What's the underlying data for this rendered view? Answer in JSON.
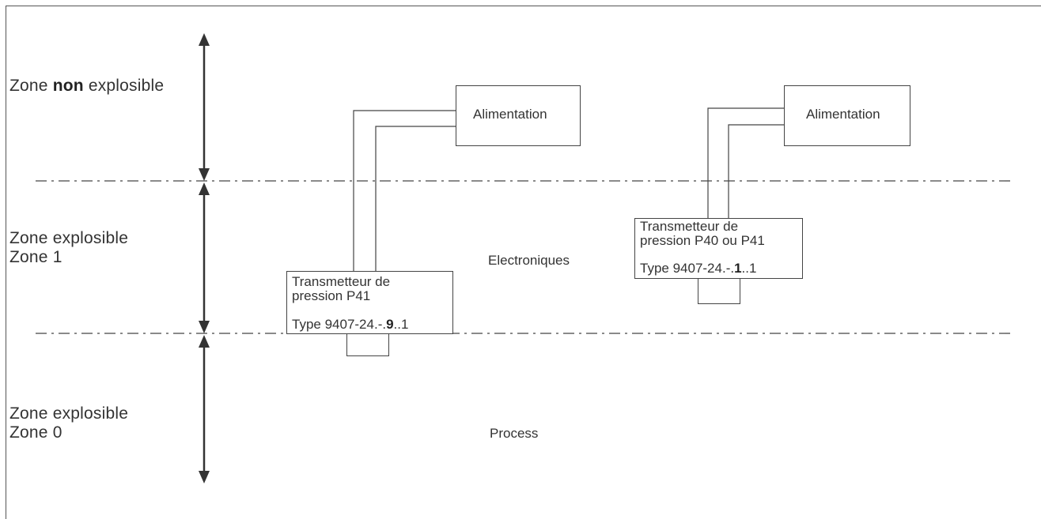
{
  "zones": {
    "non_explosive": {
      "prefix": "Zone ",
      "bold": "non",
      "suffix": " explosible"
    },
    "zone1": {
      "line1": "Zone explosible",
      "line2": "Zone 1"
    },
    "zone0": {
      "line1": "Zone explosible",
      "line2": "Zone 0"
    }
  },
  "regions": {
    "electronics": "Electroniques",
    "process": "Process"
  },
  "supplies": {
    "left": "Alimentation",
    "right": "Alimentation"
  },
  "transmitters": {
    "left": {
      "line1": "Transmetteur de",
      "line2": "pression P41",
      "type_prefix": "Type 9407-24.-.",
      "type_bold": "9",
      "type_suffix": "..1"
    },
    "right": {
      "line1": "Transmetteur de",
      "line2": "pression P40 ou P41",
      "type_prefix": "Type 9407-24.-.",
      "type_bold": "1",
      "type_suffix": "..1"
    }
  },
  "colors": {
    "line": "#444444",
    "text": "#333333",
    "background": "#ffffff"
  }
}
